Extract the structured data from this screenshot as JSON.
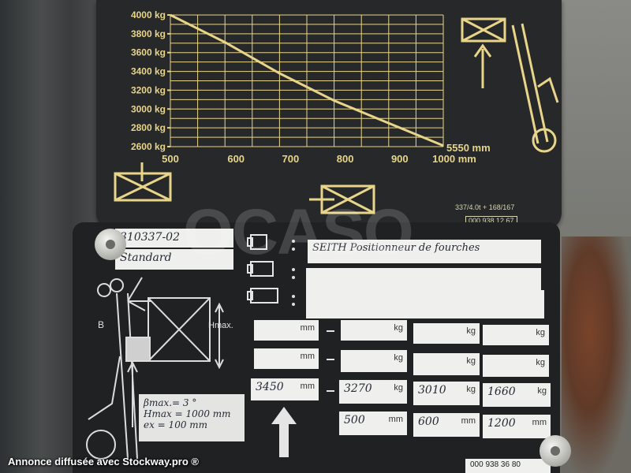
{
  "chart_data": {
    "type": "line",
    "title": "",
    "xlabel": "",
    "ylabel": "",
    "y_ticks": [
      "4000 kg",
      "3800 kg",
      "3600 kg",
      "3400 kg",
      "3200 kg",
      "3000 kg",
      "2800 kg",
      "2600 kg"
    ],
    "x_ticks": [
      "500",
      "600",
      "700",
      "800",
      "900",
      "1000 mm"
    ],
    "end_label": "5550 mm",
    "xlim": [
      500,
      1000
    ],
    "ylim": [
      2600,
      4000
    ],
    "grid": true,
    "series": [
      {
        "x": [
          500,
          600,
          700,
          800,
          900,
          1000
        ],
        "y": [
          4000,
          3710,
          3380,
          3090,
          2850,
          2610
        ]
      }
    ]
  },
  "plate_top": {
    "code1": "337/4.0t + 168/167",
    "code2": "000 938 12 67"
  },
  "plate_bottom": {
    "model": "310337-02",
    "variant": "Standard",
    "attachment_1": "SEITH Positionneur de fourches",
    "hmax_label": "Hmax.",
    "beta_label": "B",
    "beta_line": "βmax.= 3 °",
    "hmax_line": "Hmax = 1000 mm",
    "ext_line": "ex = 100 mm",
    "row3": {
      "height": "3450",
      "load1": "3270",
      "load2": "3010",
      "load3": "1660"
    },
    "row4": {
      "c1": "500",
      "c2": "600",
      "c3": "1200"
    },
    "unit_mm": "mm",
    "unit_kg": "kg",
    "serial": "000 938 36 80"
  },
  "watermark": "OCASO",
  "footer": "Annonce diffusée avec Stockway.pro ®",
  "colors": {
    "chart_ink": "#e8d58a",
    "plate": "#262829",
    "field": "#efefed"
  }
}
